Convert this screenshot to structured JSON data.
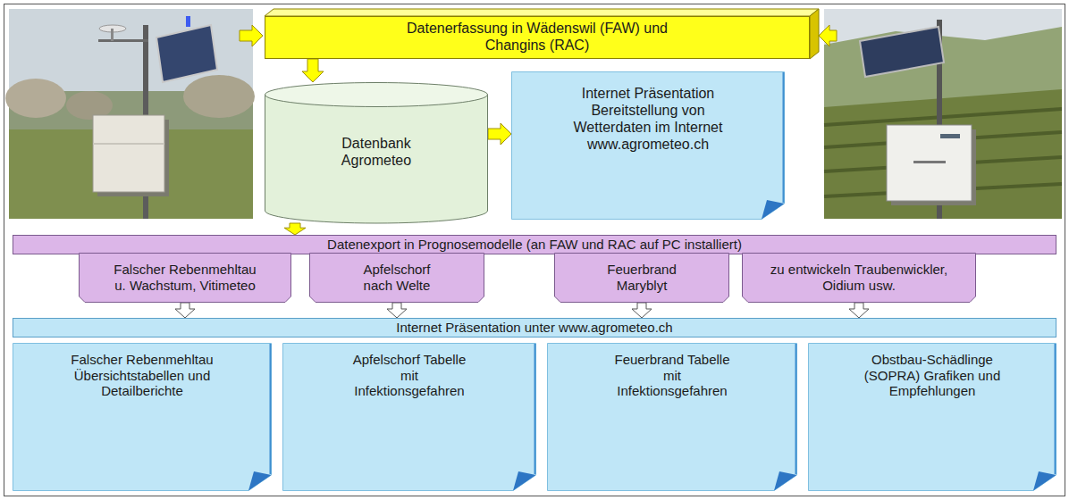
{
  "diagram": {
    "nodes": [
      {
        "text": [
          "Datenerfassung in Wädenswil (FAW) und Changins (RAC)"
        ]
      },
      {
        "text": [
          "Datenbank Agrometeo"
        ]
      },
      {
        "text": [
          "Internet Präsentation Bereitstellung von Wetterdaten im Internet www.agrometeo.ch"
        ]
      },
      {
        "text": [
          "Datenexport in Prognosemodelle (an FAW und RAC auf PC installiert)"
        ]
      },
      {
        "text": [
          "Falscher Rebenmehltau u. Wachstum, Vitimeteo"
        ]
      },
      {
        "text": [
          "Apfelschorf nach Welte"
        ]
      },
      {
        "text": [
          "Feuerbrand Maryblyt"
        ]
      },
      {
        "text": [
          "zu entwickeln Traubenwickler, Oidium usw."
        ]
      },
      {
        "text": [
          "Internet Präsentation unter www.agrometeo.ch"
        ]
      },
      {
        "text": [
          "Falscher Rebenmehltau Übersichtstabellen und Detailberichte"
        ]
      },
      {
        "text": [
          "Apfelschorf Tabelle mit Infektionsgefahren"
        ]
      },
      {
        "text": [
          "Feuerbrand Tabelle mit Infektionsgefahren"
        ]
      },
      {
        "text": [
          "Obstbau-Schädlinge (SOPRA) Grafiken und Empfehlungen"
        ]
      }
    ],
    "edges": [
      {
        "from": 0,
        "to": 1,
        "arrow": "to"
      },
      {
        "from": 1,
        "to": 2,
        "arrow": "to"
      },
      {
        "from": 1,
        "to": 3,
        "arrow": "to"
      },
      {
        "from": 4,
        "to": 8,
        "arrow": "to"
      },
      {
        "from": 5,
        "to": 8,
        "arrow": "to"
      },
      {
        "from": 6,
        "to": 8,
        "arrow": "to"
      },
      {
        "from": 7,
        "to": 8,
        "arrow": "to"
      }
    ]
  }
}
